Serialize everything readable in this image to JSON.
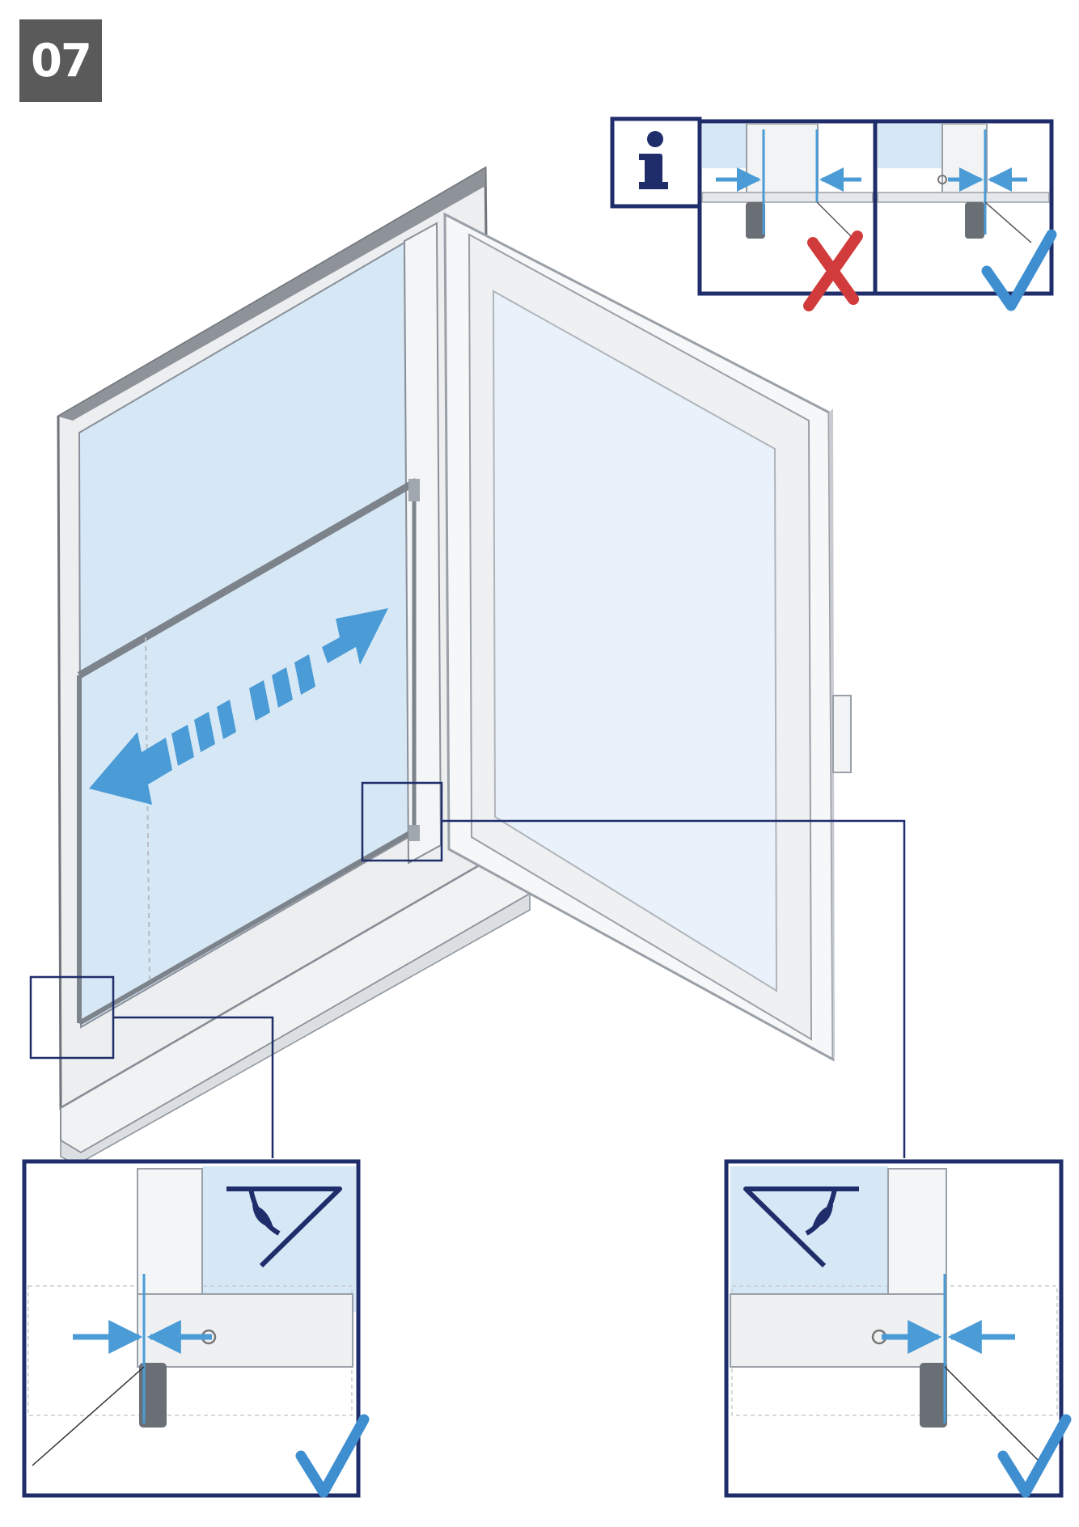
{
  "step": {
    "number": "07"
  },
  "info_panel": {
    "icon": "info-icon",
    "wrong_mark": "cross-icon",
    "right_mark": "check-icon"
  },
  "colors": {
    "navy": "#1f2d6b",
    "glass": "#d6e8f6",
    "arrow_blue": "#4a9bd6",
    "badge": "#5a5a5a",
    "wrong_red": "#d23b3b",
    "check_blue": "#3f8fd0",
    "frame_grey": "#9aa0a8"
  },
  "detail_views": [
    {
      "id": "left-corner",
      "eye_icon": "eye-icon",
      "result": "check-icon"
    },
    {
      "id": "right-corner",
      "eye_icon": "eye-icon",
      "result": "check-icon"
    }
  ],
  "motion": {
    "arrow_icon": "double-arrow-icon",
    "direction": "horizontal"
  }
}
